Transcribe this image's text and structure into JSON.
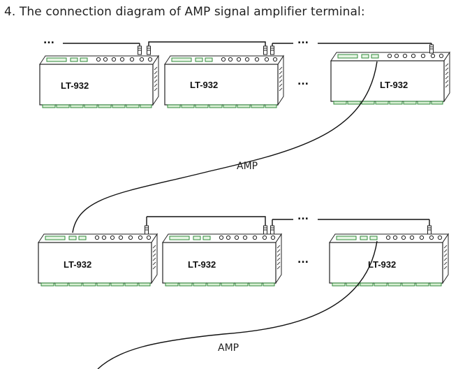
{
  "heading": "4. The connection diagram of AMP signal amplifier terminal:",
  "rows": [
    {
      "units": [
        "LT-932",
        "LT-932",
        "LT-932"
      ],
      "cable_label": "AMP"
    },
    {
      "units": [
        "LT-932",
        "LT-932",
        "LT-932"
      ],
      "cable_label": "AMP"
    }
  ],
  "ellipsis": "..."
}
